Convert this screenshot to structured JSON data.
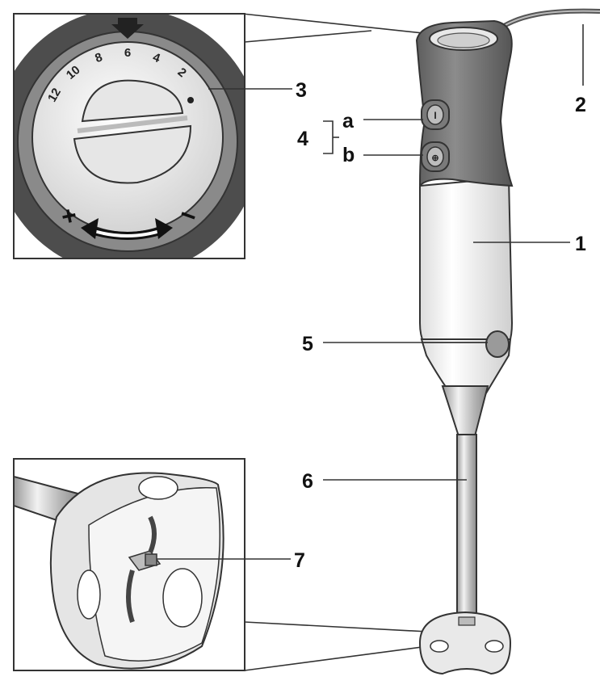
{
  "speed_dial": {
    "scale": [
      "12",
      "10",
      "8",
      "6",
      "4",
      "2"
    ],
    "plus_symbol": "+",
    "minus_symbol": "−"
  },
  "callouts": [
    {
      "id": "1",
      "label": "1"
    },
    {
      "id": "2",
      "label": "2"
    },
    {
      "id": "3",
      "label": "3"
    },
    {
      "id": "4",
      "label": "4"
    },
    {
      "id": "4a",
      "label": "a"
    },
    {
      "id": "4b",
      "label": "b"
    },
    {
      "id": "5",
      "label": "5"
    },
    {
      "id": "6",
      "label": "6"
    },
    {
      "id": "7",
      "label": "7"
    }
  ],
  "colors": {
    "housing_dark": "#7d7d7d",
    "housing_light": "#f4f4f4",
    "metal": "#c9c9c9",
    "outline": "#333333"
  }
}
